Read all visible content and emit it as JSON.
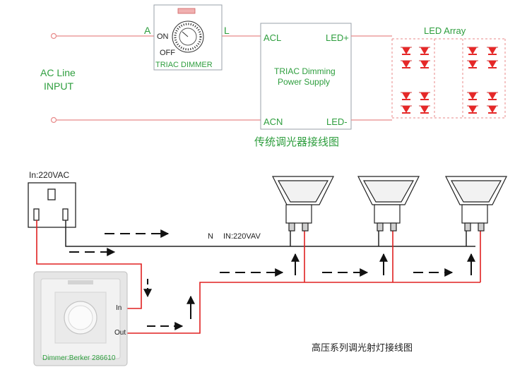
{
  "top": {
    "ac_input_line1": "AC Line",
    "ac_input_line2": "INPUT",
    "terminal_a": "A",
    "terminal_l": "L",
    "dimmer_on": "ON",
    "dimmer_off": "OFF",
    "dimmer_name": "TRIAC  DIMMER",
    "psu_acl": "ACL",
    "psu_acn": "ACN",
    "psu_led_plus": "LED+",
    "psu_led_minus": "LED-",
    "psu_name_line1": "TRIAC Dimming",
    "psu_name_line2": "Power Supply",
    "led_array": "LED Array",
    "caption": "传统调光器接线图"
  },
  "bottom": {
    "outlet_label": "In:220VAC",
    "neutral_label": "N",
    "neutral_voltage": "IN:220VAV",
    "dimmer_in": "In",
    "dimmer_out": "Out",
    "dimmer_model": "Dimmer:Berker 286610",
    "caption": "高压系列调光射灯接线图"
  },
  "colors": {
    "label_green": "#2e9e3e",
    "wire_red": "#e02020",
    "wire_black": "#222222",
    "led_red": "#e52828",
    "wire_pink": "#e88a8a"
  }
}
